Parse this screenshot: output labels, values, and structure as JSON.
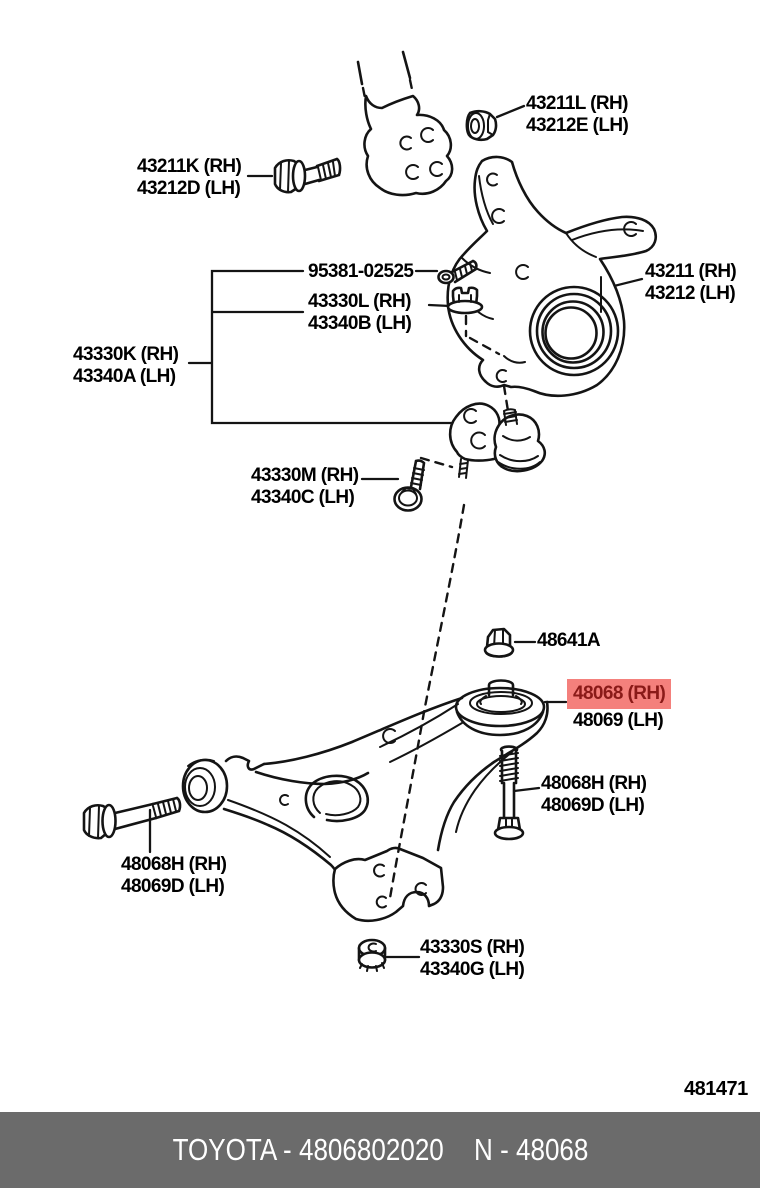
{
  "colors": {
    "highlight_bg": "#f4807c",
    "highlight_text": "#8a1a18",
    "footer_bg": "#6b6b6b",
    "footer_text": "#ffffff"
  },
  "labels": {
    "strut_bolt": {
      "rh": "43211K (RH)",
      "lh": "43212D (LH)"
    },
    "strut_nut": {
      "rh": "43211L (RH)",
      "lh": "43212E (LH)"
    },
    "camber_bolt": {
      "pn": "95381-02525"
    },
    "knuckle_nut": {
      "rh": "43330L (RH)",
      "lh": "43340B (LH)"
    },
    "balljoint_kit": {
      "rh": "43330K (RH)",
      "lh": "43340A (LH)"
    },
    "knuckle": {
      "rh": "43211 (RH)",
      "lh": "43212 (LH)"
    },
    "balljoint_bolt": {
      "rh": "43330M (RH)",
      "lh": "43340C (LH)"
    },
    "arm_stud_nut": {
      "pn": "48641A"
    },
    "lower_arm": {
      "rh": "48068 (RH)",
      "lh": "48069 (LH)"
    },
    "arm_bolt_right": {
      "rh": "48068H (RH)",
      "lh": "48069D (LH)"
    },
    "arm_bolt_left": {
      "rh": "48068H (RH)",
      "lh": "48069D (LH)"
    },
    "arm_rear_nut": {
      "rh": "43330S (RH)",
      "lh": "43340G (LH)"
    }
  },
  "figure_number": "481471",
  "footer": {
    "left": "TOYOTA - 4806802020",
    "right": "N - 48068"
  }
}
